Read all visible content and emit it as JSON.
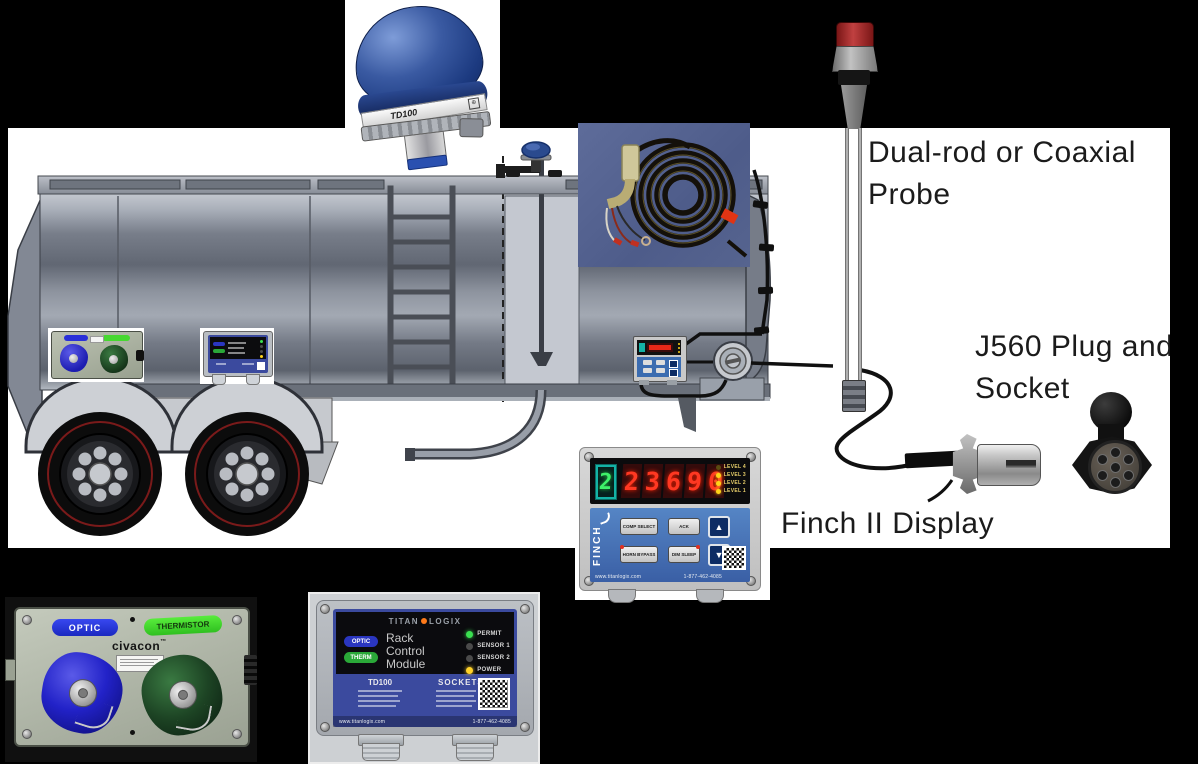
{
  "labels": {
    "probe_line1": "Dual-rod or Coaxial",
    "probe_line2": "Probe",
    "plug_line1": "J560 Plug and",
    "plug_line2": "Socket",
    "finch": "Finch II Display"
  },
  "td100": {
    "model": "TD100"
  },
  "finch_display": {
    "brand": "FINCH",
    "compartment_digit": "2",
    "reading": [
      "2",
      "3",
      "6",
      "9",
      "0"
    ],
    "level_labels": [
      "LEVEL 4",
      "LEVEL 3",
      "LEVEL 2",
      "LEVEL 1"
    ],
    "buttons": {
      "comp_select": "COMP SELECT",
      "ack": "ACK",
      "horn_bypass": "HORN BYPASS",
      "dim_sleep": "DIM SLEEP",
      "up": "▲",
      "down": "▼"
    },
    "footer": {
      "website": "www.titanlogix.com",
      "phone": "1-877-462-4085"
    }
  },
  "rack_control_module": {
    "brand_left": "TITAN",
    "brand_right": "LOGIX",
    "pills": [
      "OPTIC",
      "THERM"
    ],
    "title_lines": [
      "Rack",
      "Control",
      "Module"
    ],
    "leds": [
      "PERMIT",
      "SENSOR 1",
      "SENSOR 2",
      "POWER"
    ],
    "section_left": "TD100",
    "section_right": "SOCKETS",
    "footer": {
      "website": "www.titanlogix.com",
      "phone": "1-877-462-4085"
    }
  },
  "civacon_box": {
    "optic_label": "OPTIC",
    "thermistor_label": "THERMISTOR",
    "brand": "civacon"
  },
  "colors": {
    "canvas_black": "#000000",
    "panel_white": "#ffffff",
    "tank_gray": "#8d939e",
    "td100_blue": "#1c3a80",
    "finch_blue": "#4a7ab8",
    "digit_red": "#ff3822",
    "comp_teal": "#14b2a6",
    "led_yellow": "#ffd318",
    "led_green": "#3ae050",
    "rcm_blue": "#3b4a9e",
    "pill_optic_blue": "#2a36c0",
    "pill_therm_green": "#2aa838",
    "civacon_green": "#46d830",
    "civacon_blue": "#2a30d8",
    "denim_blue": "#56648f"
  }
}
